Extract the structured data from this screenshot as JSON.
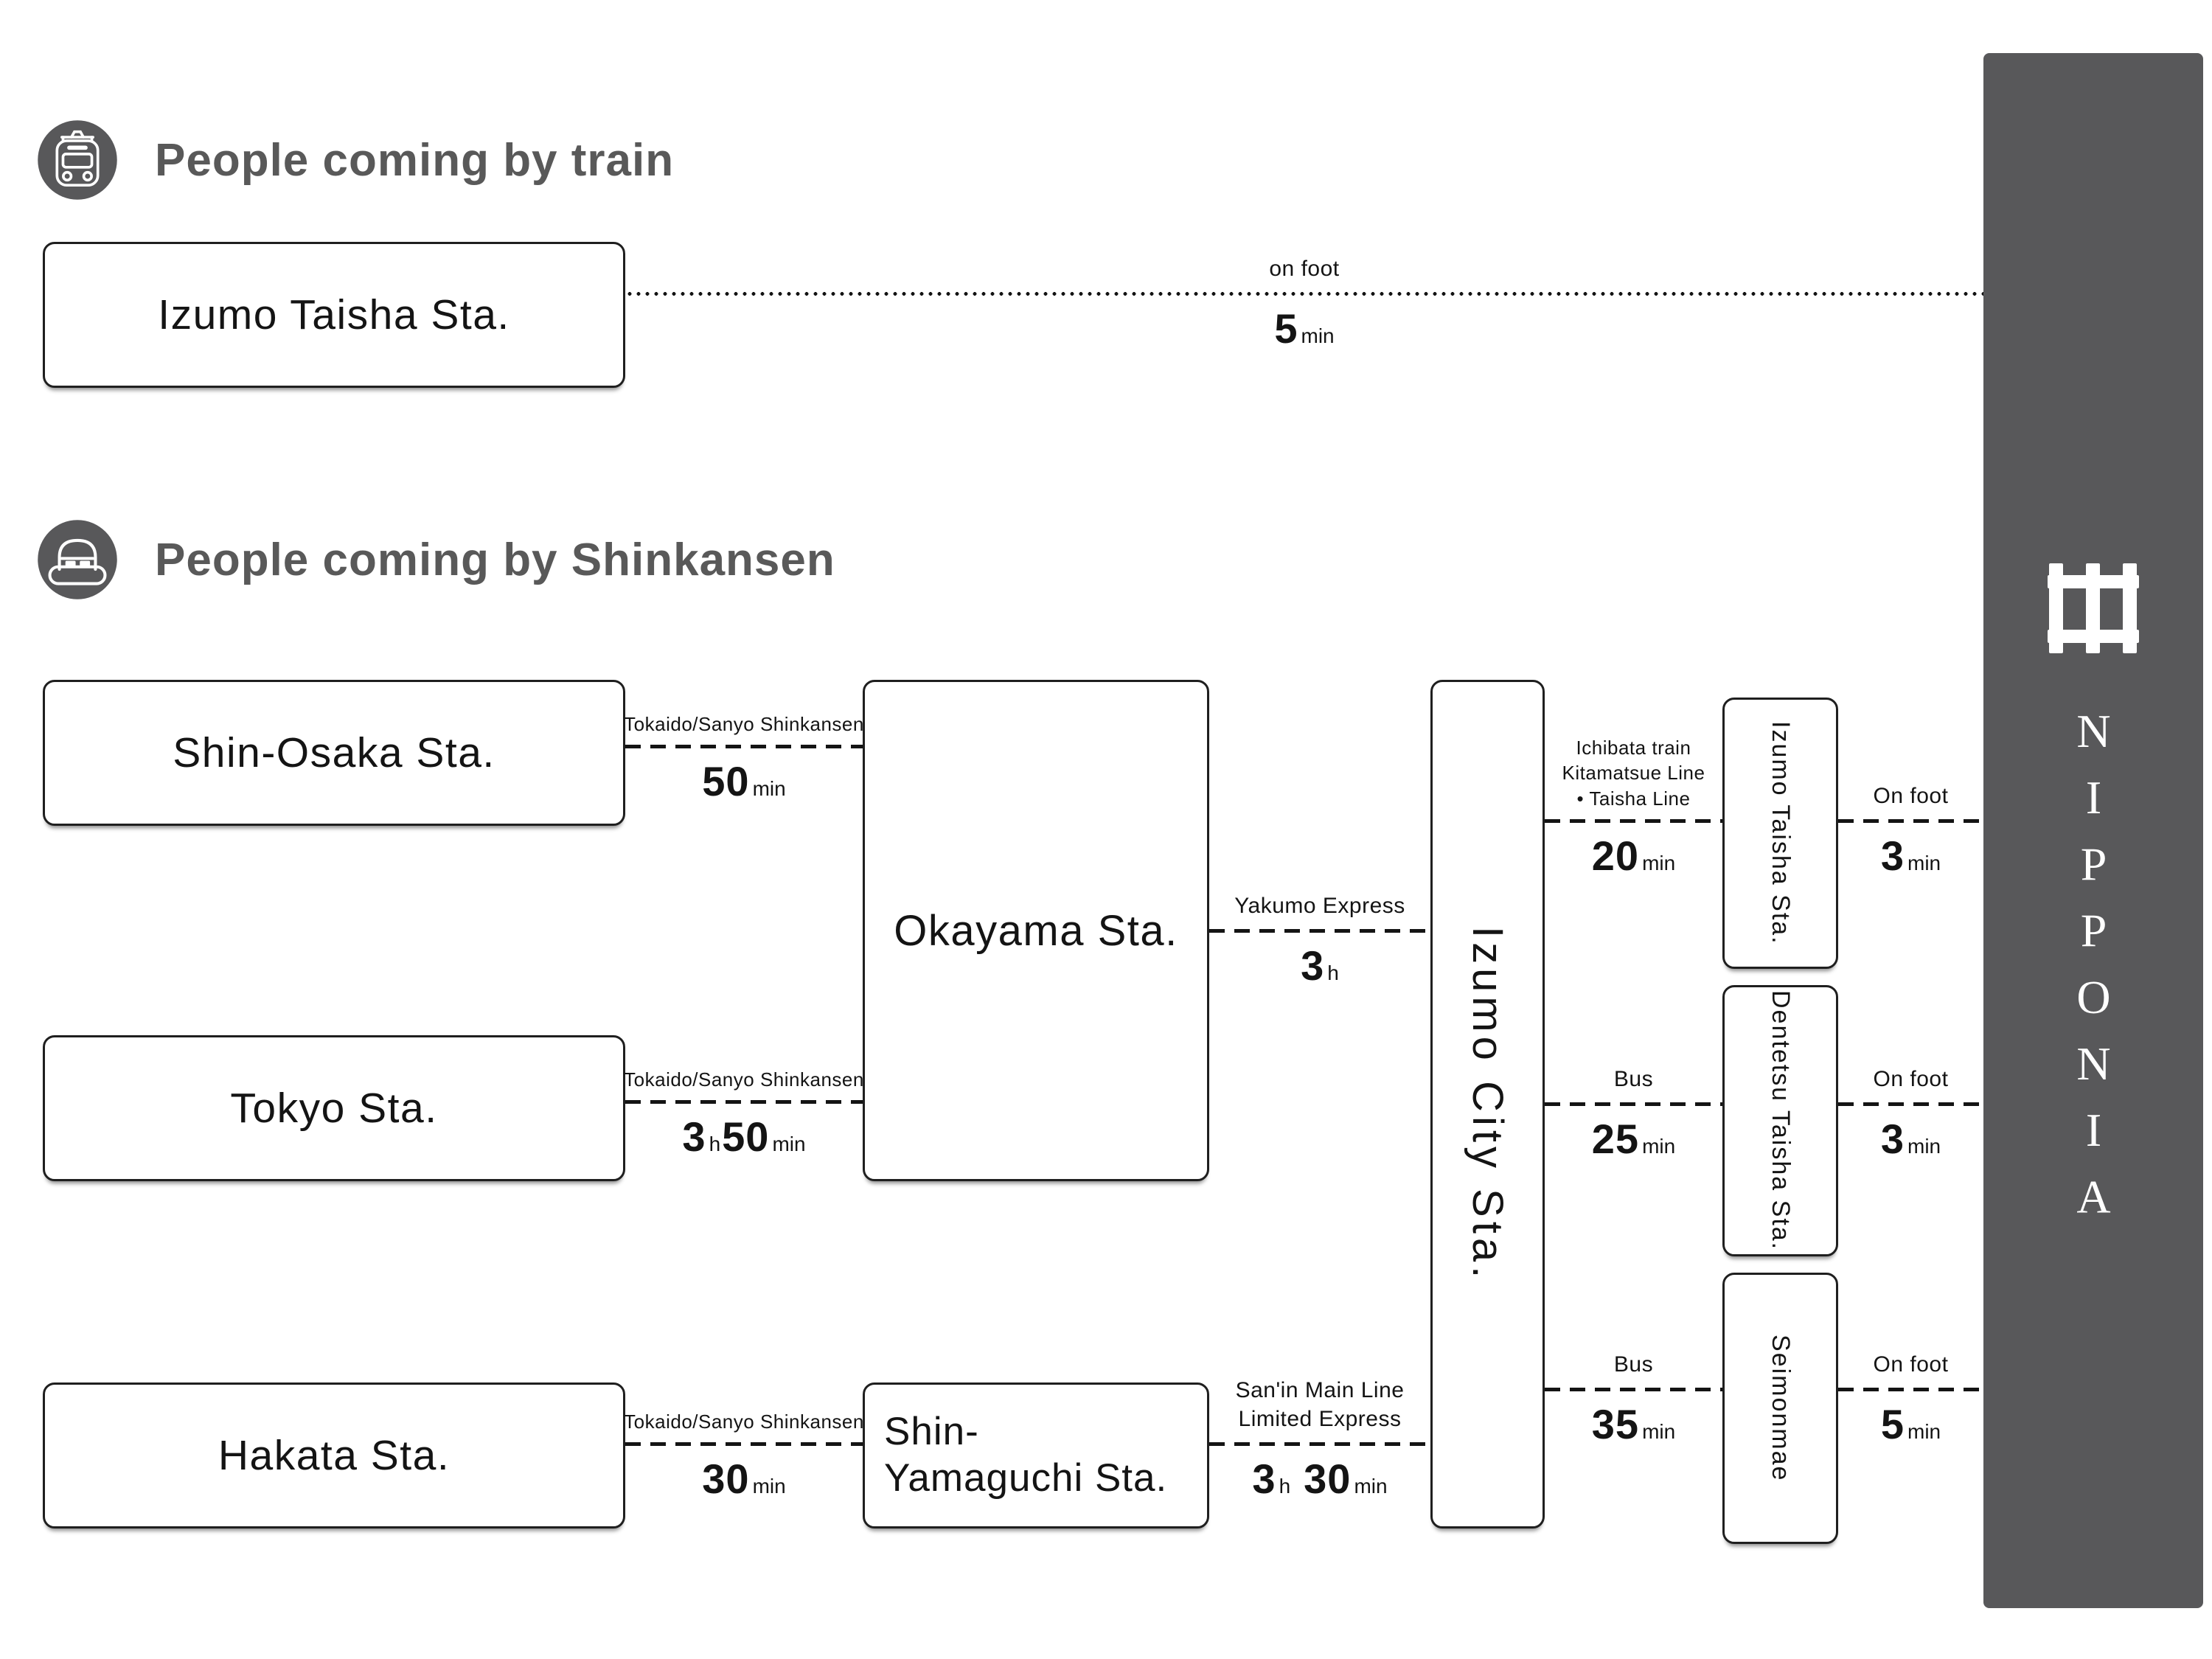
{
  "colors": {
    "ink": "#141414",
    "header_gray": "#595959",
    "bar": "#58585a",
    "box_border": "#1f1f1f",
    "white": "#ffffff"
  },
  "sections": {
    "train": {
      "title": "People coming by train",
      "icon": "local-train-icon"
    },
    "shinkansen": {
      "title": "People coming by Shinkansen",
      "icon": "shinkansen-icon"
    }
  },
  "stations": {
    "izumo_taisha_top": "Izumo Taisha Sta.",
    "shin_osaka": "Shin-Osaka Sta.",
    "tokyo": "Tokyo Sta.",
    "hakata": "Hakata Sta.",
    "okayama": "Okayama Sta.",
    "shin_yamaguchi": "Shin-\nYamaguchi Sta.",
    "izumo_city": "Izumo City Sta.",
    "izumo_taisha": "Izumo Taisha Sta.",
    "dentetsu_taisha": "Dentetsu Taisha Sta.",
    "seimonmae": "Seimonmae"
  },
  "routes": {
    "walk_top": {
      "label": "on foot",
      "n1": "5",
      "u1": "min"
    },
    "osaka_okayama": {
      "label": "Tokaido/Sanyo Shinkansen",
      "n1": "50",
      "u1": "min"
    },
    "tokyo_okayama": {
      "label": "Tokaido/Sanyo Shinkansen",
      "n1": "3",
      "u1": "h",
      "n2": "50",
      "u2": "min"
    },
    "hakata_yamaguchi": {
      "label": "Tokaido/Sanyo Shinkansen",
      "n1": "30",
      "u1": "min"
    },
    "yakumo": {
      "label": "Yakumo Express",
      "n1": "3",
      "u1": "h"
    },
    "sanin": {
      "label1": "San'in Main Line",
      "label2": "Limited Express",
      "n1": "3",
      "u1": "h",
      "n2": "30",
      "u2": "min"
    },
    "ichibata": {
      "label1": "Ichibata train",
      "label2": "Kitamatsue Line",
      "label3": "• Taisha Line",
      "n1": "20",
      "u1": "min"
    },
    "bus_dentetsu": {
      "label": "Bus",
      "n1": "25",
      "u1": "min"
    },
    "bus_seimonmae": {
      "label": "Bus",
      "n1": "35",
      "u1": "min"
    },
    "walk_izumo_taisha": {
      "label": "On foot",
      "n1": "3",
      "u1": "min"
    },
    "walk_dentetsu": {
      "label": "On foot",
      "n1": "3",
      "u1": "min"
    },
    "walk_seimonmae": {
      "label": "On foot",
      "n1": "5",
      "u1": "min"
    }
  },
  "destination": {
    "name": "NIPPONIA",
    "icon": "fence-gate-icon"
  }
}
